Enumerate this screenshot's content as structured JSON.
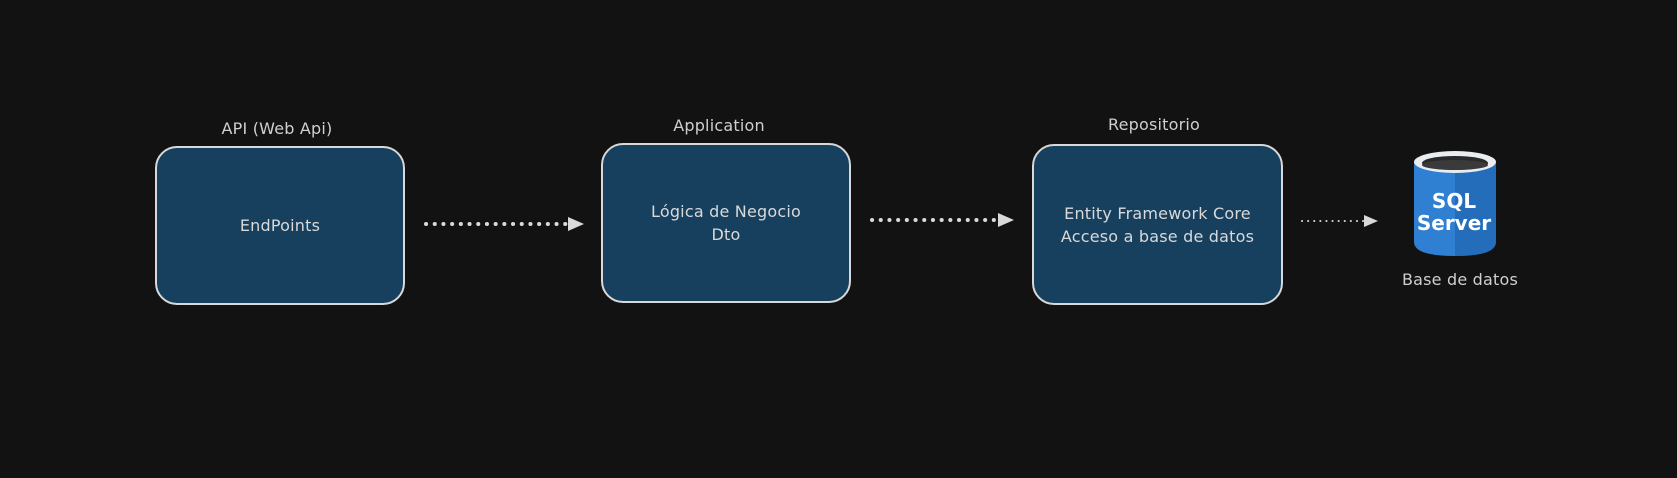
{
  "nodes": {
    "api": {
      "caption": "API (Web Api)",
      "lines": [
        "EndPoints"
      ]
    },
    "application": {
      "caption": "Application",
      "lines": [
        "Lógica de Negocio",
        "Dto"
      ]
    },
    "repository": {
      "caption": "Repositorio",
      "lines": [
        "Entity Framework Core",
        "Acceso a base de datos"
      ]
    },
    "database": {
      "icon": "sql-server-icon",
      "icon_text": [
        "SQL",
        "Server"
      ],
      "caption": "Base de datos"
    }
  },
  "edges": [
    {
      "from": "api",
      "to": "application",
      "style": "dotted"
    },
    {
      "from": "application",
      "to": "repository",
      "style": "dotted"
    },
    {
      "from": "repository",
      "to": "database",
      "style": "dotted"
    }
  ],
  "colors": {
    "background": "#121212",
    "box_fill": "#17405f",
    "box_border": "#d8d8d8",
    "arrow": "#d9d9d9",
    "db_blue": "#2f7fd3",
    "db_dark": "#1c5ea8"
  }
}
